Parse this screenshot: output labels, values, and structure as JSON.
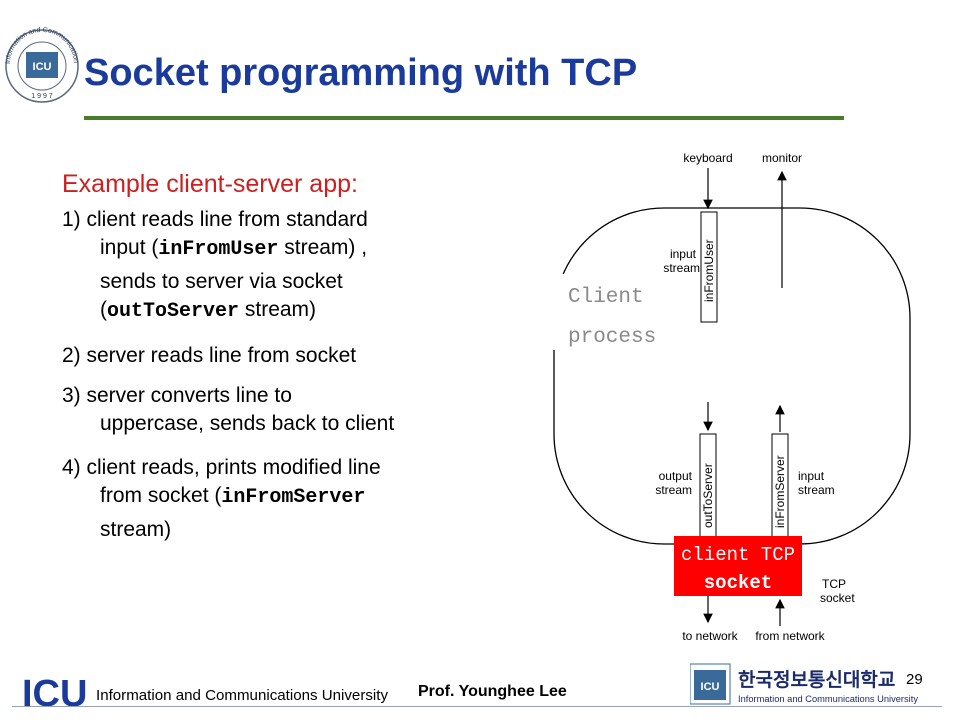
{
  "slide": {
    "title": "Socket programming with TCP",
    "subtitle": "Example client-server app:",
    "items": [
      {
        "lead": "1) client reads line from standard",
        "cont1_a": "input (",
        "cont1_code": "inFromUser",
        "cont1_b": " stream) ,",
        "cont2": "sends to server via socket",
        "cont3_a": "(",
        "cont3_code": "outToServer",
        "cont3_b": " stream)"
      },
      {
        "lead": "2) server reads line from socket"
      },
      {
        "lead": "3) server converts line to",
        "cont1": "uppercase, sends back to client"
      },
      {
        "lead": "4) client reads, prints  modified line",
        "cont1_a": "from socket (",
        "cont1_code": "inFromServer",
        "cont2": "stream)"
      }
    ]
  },
  "diagram": {
    "keyboard": "keyboard",
    "monitor": "monitor",
    "input_stream_1": "input",
    "input_stream_2": "stream",
    "in_from_user": "inFromUser",
    "client_process_1": "Client",
    "client_process_2": "process",
    "output_stream_1": "output",
    "output_stream_2": "stream",
    "out_to_server": "outToServer",
    "in_from_server": "inFromServer",
    "input2_1": "input",
    "input2_2": "stream",
    "socket_box_1": "client TCP",
    "socket_box_2": "socket",
    "tcp_1": "TCP",
    "tcp_2": "socket",
    "to_network": "to network",
    "from_network": "from network"
  },
  "footer": {
    "author": "Prof. Younghee Lee",
    "page": "29",
    "logo_left_mark": "ICU",
    "logo_left_text": "Information and Communications University",
    "logo_right_mark": "ICU",
    "logo_right_korean": "한국정보통신대학교",
    "logo_right_english": "Information and Communications University",
    "seal_badge": "ICU",
    "seal_ring": "Information and Communications University",
    "seal_year": "1 9 9 7"
  },
  "colors": {
    "title": "#1a3a9c",
    "subtitle": "#cc1f1f",
    "rule": "#4a7a2c",
    "socket_box": "#ff0000",
    "client_process": "#8a8a8a"
  }
}
